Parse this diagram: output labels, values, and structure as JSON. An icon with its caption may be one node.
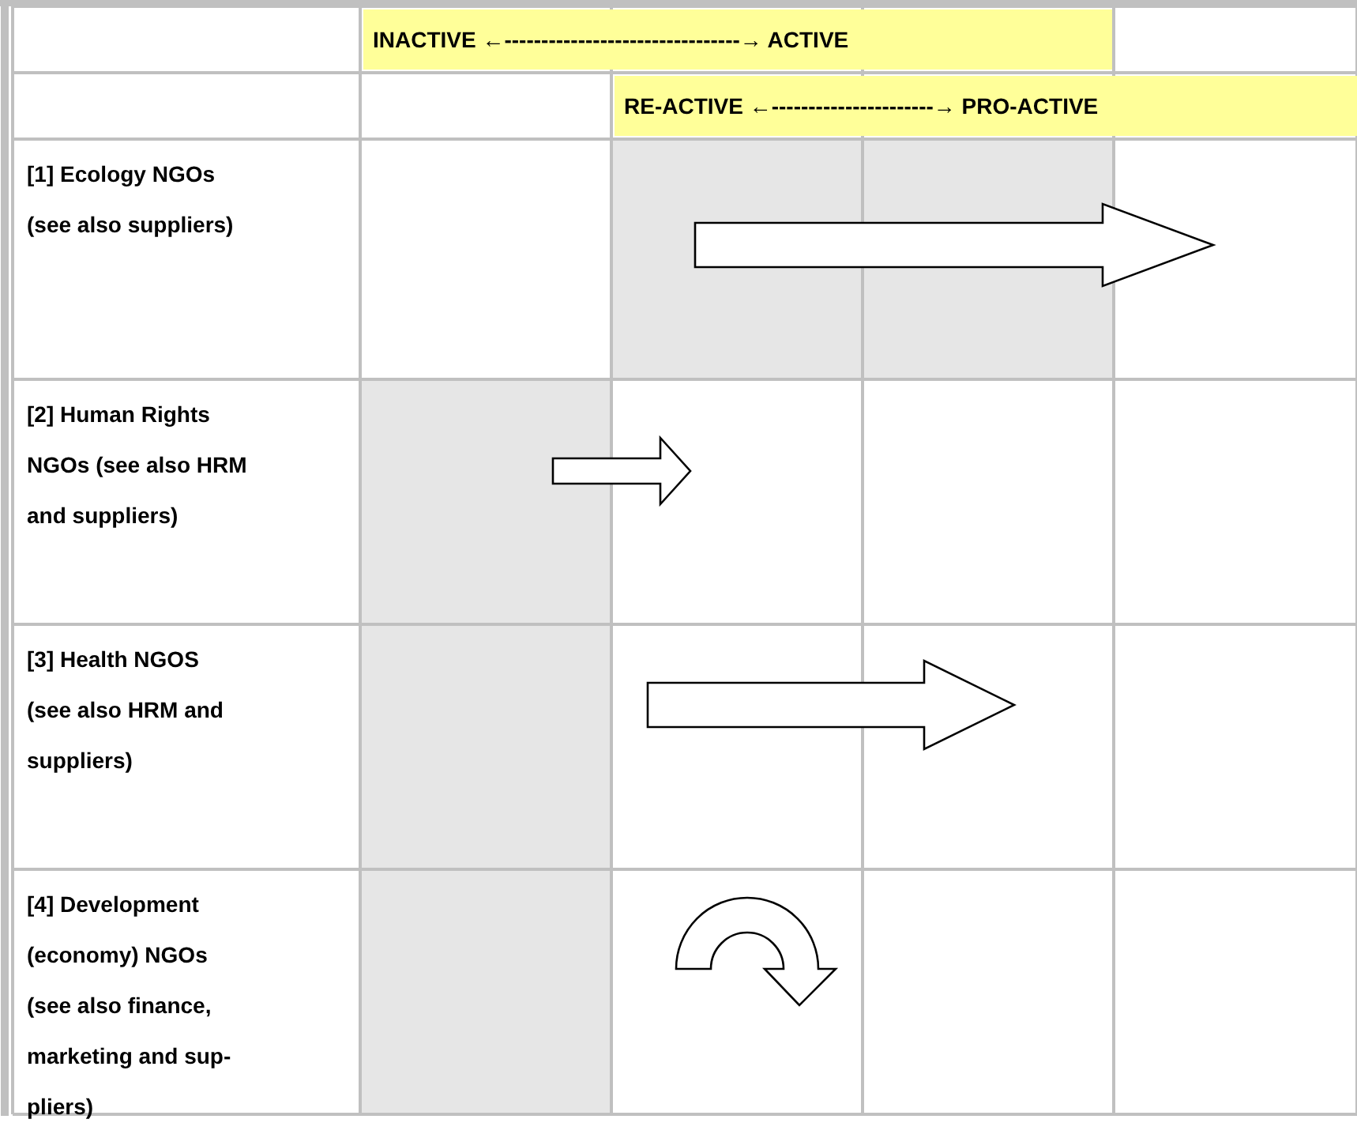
{
  "diagram": {
    "labels": [
      "INACTIVE ←--------------------------------→ ACTIVE",
      "RE-ACTIVE ←----------------------→ PRO-ACTIVE",
      "[1] Ecology NGOs (see also suppliers)",
      "[2] Human Rights NGOs (see also HRM and suppliers)",
      "[3] Health NGOS (see also HRM and suppliers)",
      "[4] Development (economy) NGOs (see also finance, marketing and sup-pliers)"
    ]
  }
}
